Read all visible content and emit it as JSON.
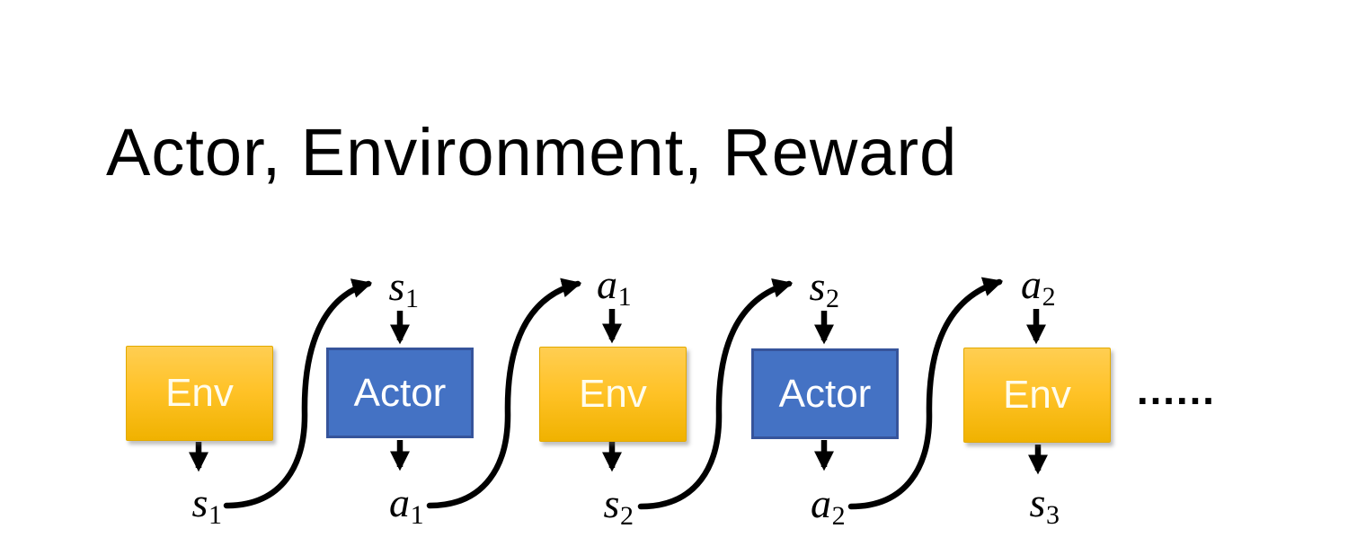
{
  "slide": {
    "title": "Actor, Environment, Reward",
    "boxes": [
      {
        "label": "Env"
      },
      {
        "label": "Actor"
      },
      {
        "label": "Env"
      },
      {
        "label": "Actor"
      },
      {
        "label": "Env"
      }
    ],
    "top_labels": [
      {
        "base": "s",
        "sub": "1"
      },
      {
        "base": "a",
        "sub": "1"
      },
      {
        "base": "s",
        "sub": "2"
      },
      {
        "base": "a",
        "sub": "2"
      }
    ],
    "bottom_labels": [
      {
        "base": "s",
        "sub": "1"
      },
      {
        "base": "a",
        "sub": "1"
      },
      {
        "base": "s",
        "sub": "2"
      },
      {
        "base": "a",
        "sub": "2"
      },
      {
        "base": "s",
        "sub": "3"
      }
    ],
    "ellipsis": "……",
    "colors": {
      "env_gradient_top": "#FFCE52",
      "env_gradient_bottom": "#F0B200",
      "actor_fill": "#4472C4",
      "actor_border": "#36549B",
      "arrow": "#000000",
      "box_text": "#FFFFFF",
      "title_text": "#000000"
    }
  }
}
